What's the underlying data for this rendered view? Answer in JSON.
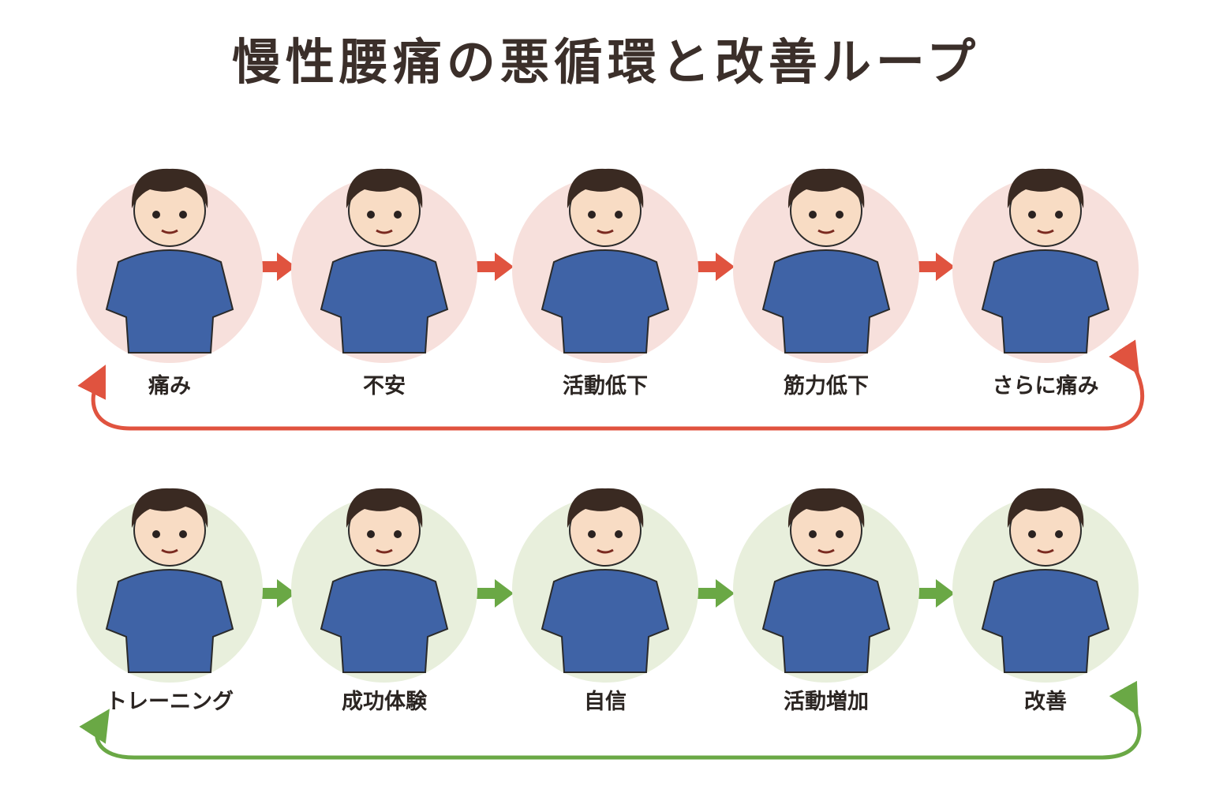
{
  "title": "慢性腰痛の悪循環と改善ループ",
  "colors": {
    "vicious": "#e0533f",
    "vicious_bg": "#f7e0dc",
    "improve": "#6aa845",
    "improve_bg": "#e8efdc",
    "shirt": "#3f63a6",
    "hair": "#3a2a22",
    "skin": "#f8dcc4"
  },
  "vicious_cycle": {
    "stages": [
      {
        "label": "痛み",
        "icon": "pain-icon"
      },
      {
        "label": "不安",
        "icon": "worry-icon"
      },
      {
        "label": "活動低下",
        "icon": "sofa-icon"
      },
      {
        "label": "筋力低下",
        "icon": "weak-icon"
      },
      {
        "label": "さらに痛み",
        "icon": "pain-icon"
      }
    ]
  },
  "improvement_loop": {
    "stages": [
      {
        "label": "トレーニング",
        "icon": "plank-icon"
      },
      {
        "label": "成功体験",
        "icon": "success-icon"
      },
      {
        "label": "自信",
        "icon": "confidence-icon"
      },
      {
        "label": "活動増加",
        "icon": "running-icon"
      },
      {
        "label": "改善",
        "icon": "sparkle-icon"
      }
    ]
  }
}
